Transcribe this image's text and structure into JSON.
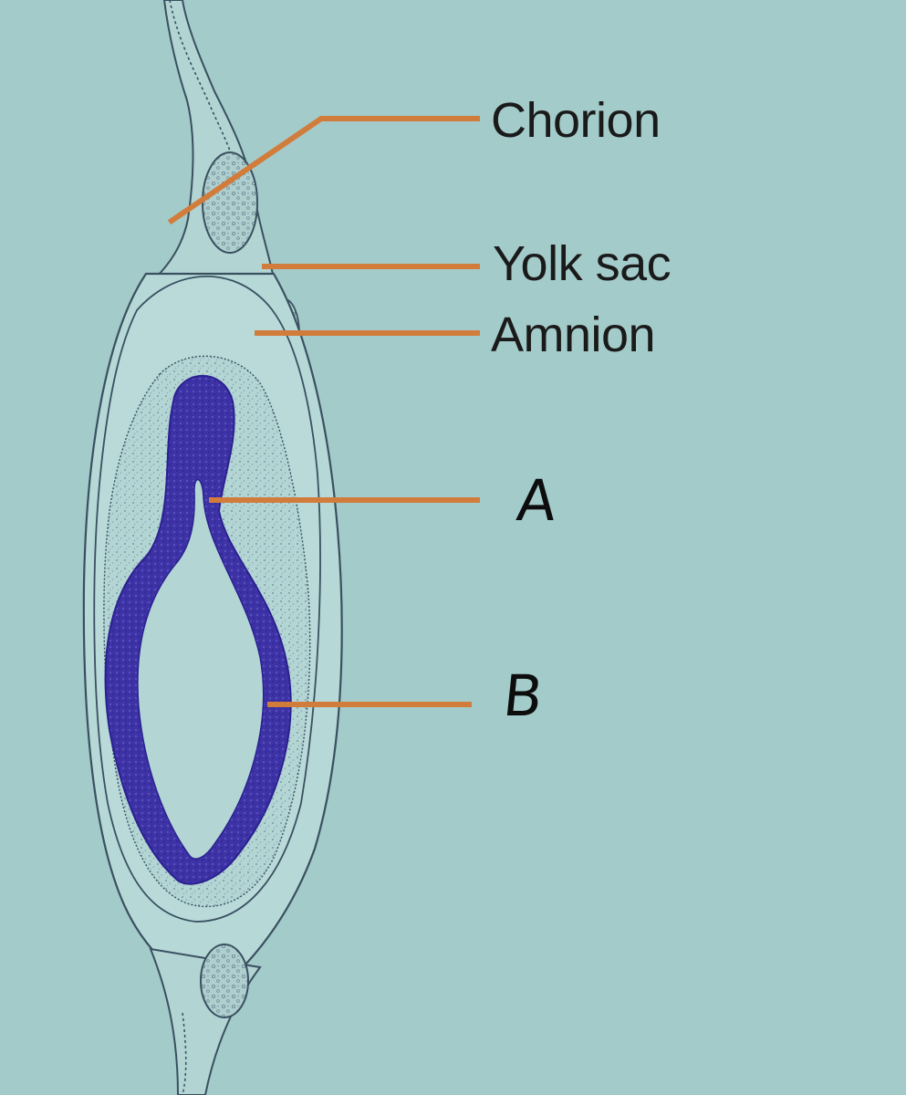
{
  "labels": {
    "chorion": "Chorion",
    "yolk_sac": "Yolk sac",
    "amnion": "Amnion",
    "a": "A",
    "b": "B"
  },
  "colors": {
    "background": "#a3cbca",
    "leader_line": "#d27c3c",
    "neural_tube": "#3e35a8",
    "outline": "#3a5060",
    "tissue_fill": "#b6d8d7"
  }
}
